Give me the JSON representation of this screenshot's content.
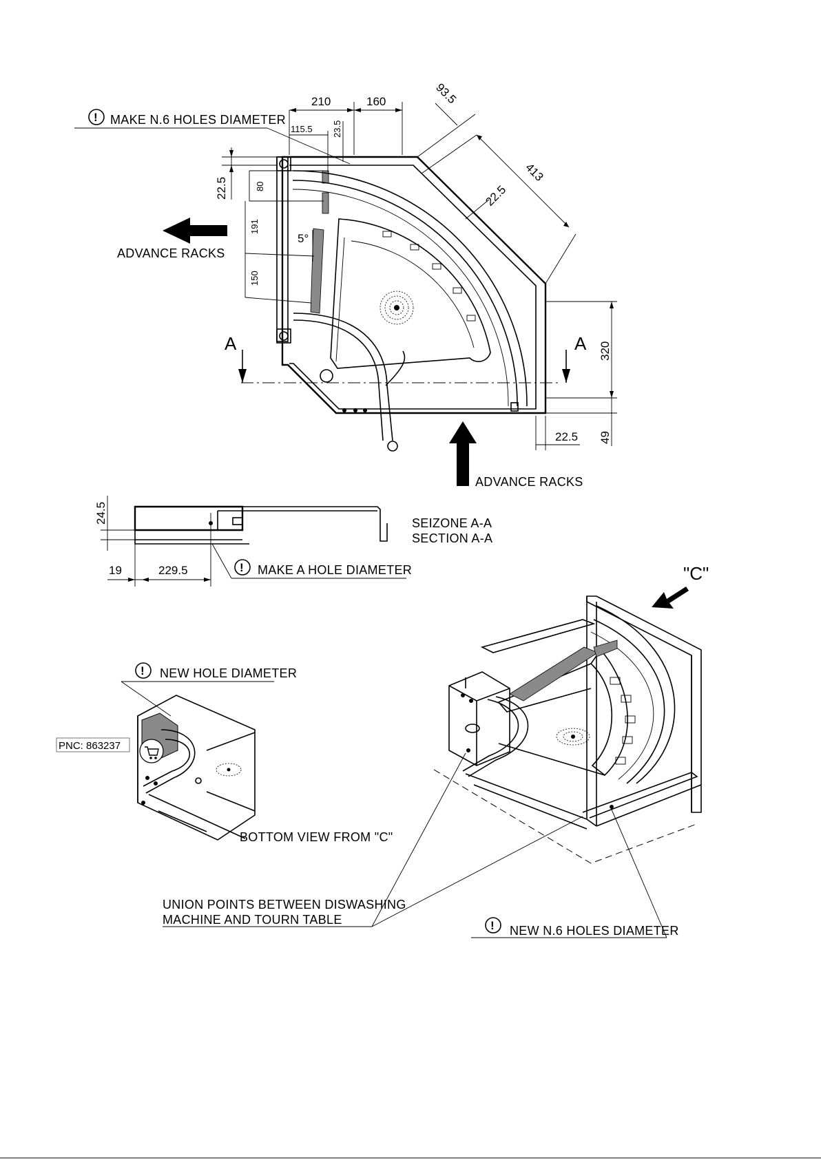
{
  "plan_view": {
    "dimensions": {
      "d210": "210",
      "d160": "160",
      "d93_5": "93.5",
      "d413": "413",
      "d115_5": "115.5",
      "d23_5": "23.5",
      "d22_5_left": "22.5",
      "d22_5_diag": "22.5",
      "d80": "80",
      "d191": "191",
      "d150": "150",
      "d5deg": "5°",
      "d320": "320",
      "d49": "49",
      "d22_5_bottom": "22.5"
    },
    "notes": {
      "make_holes": "MAKE N.6 HOLES DIAMETER",
      "advance_racks_left": "ADVANCE RACKS",
      "advance_racks_bottom": "ADVANCE RACKS",
      "section_marker_left": "A",
      "section_marker_right": "A"
    }
  },
  "section_view": {
    "dimensions": {
      "d24_5": "24.5",
      "d19": "19",
      "d229_5": "229.5"
    },
    "title_it": "SEIZONE A-A",
    "title_en": "SECTION A-A",
    "note": "MAKE A HOLE DIAMETER"
  },
  "iso_view": {
    "view_marker": "\"C\"",
    "note_new_holes": "NEW N.6 HOLES DIAMETER",
    "note_union_line1": "UNION POINTS BETWEEN DISWASHING",
    "note_union_line2": "MACHINE AND TOURN TABLE"
  },
  "bottom_view": {
    "note_new_hole": "NEW HOLE DIAMETER",
    "caption": "BOTTOM VIEW FROM \"C\"",
    "pnc": "PNC: 863237"
  },
  "icons": [
    "warning-icon",
    "cart-icon",
    "arrow-icon"
  ]
}
